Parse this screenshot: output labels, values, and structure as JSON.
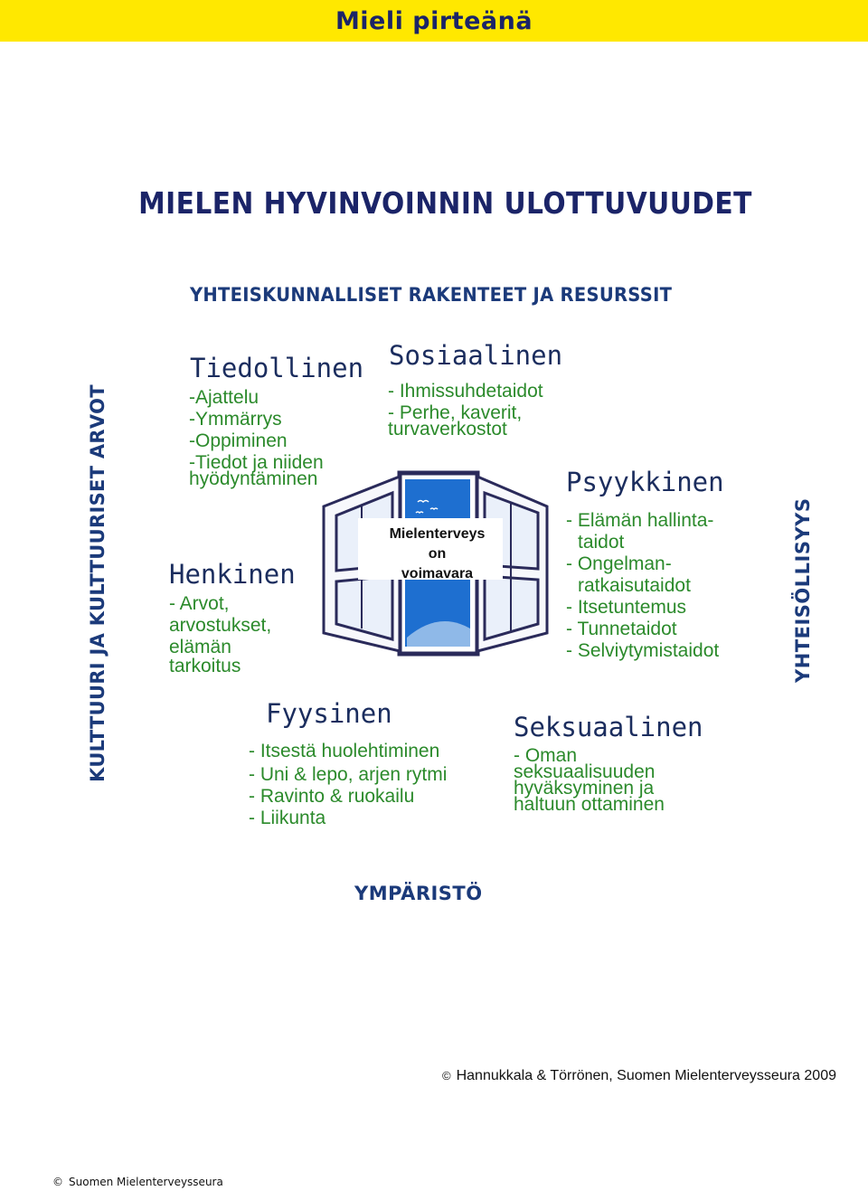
{
  "banner": {
    "text": "Mieli pirteänä"
  },
  "title": "MIELEN HYVINVOINNIN ULOTTUVUUDET",
  "frame": {
    "top": "YHTEISKUNNALLISET RAKENTEET JA RESURSSIT",
    "left": "KULTTUURI JA KULTTUURISET ARVOT",
    "right": "YHTEISÖLLISYYS",
    "bottom": "YMPÄRISTÖ"
  },
  "center": {
    "line1": "Mielenterveys",
    "line2": "on",
    "line3": "voimavara"
  },
  "dimensions": {
    "tiedollinen": {
      "title": "Tiedollinen",
      "items": [
        "-Ajattelu",
        "-Ymmärrys",
        "-Oppiminen",
        "-Tiedot ja niiden",
        "hyödyntäminen"
      ]
    },
    "sosiaalinen": {
      "title": "Sosiaalinen",
      "items": [
        "- Ihmissuhdetaidot",
        "- Perhe, kaverit,",
        "turvaverkostot"
      ]
    },
    "psyykkinen": {
      "title": "Psyykkinen",
      "items": [
        "- Elämän hallinta-",
        "taidot",
        "- Ongelman-",
        "ratkaisutaidot",
        "- Itsetuntemus",
        "- Tunnetaidot",
        "- Selviytymistaidot"
      ]
    },
    "henkinen": {
      "title": "Henkinen",
      "items": [
        "- Arvot,",
        "arvostukset,",
        "elämän",
        "tarkoitus"
      ]
    },
    "fyysinen": {
      "title": "Fyysinen",
      "items": [
        "- Itsestä huolehtiminen",
        "- Uni & lepo, arjen rytmi",
        "- Ravinto & ruokailu",
        "- Liikunta"
      ]
    },
    "seksuaalinen": {
      "title": "Seksuaalinen",
      "items": [
        "- Oman",
        "seksuaalisuuden",
        "hyväksyminen ja",
        "haltuun ottaminen"
      ]
    }
  },
  "credit": {
    "symbol": "©",
    "text": "Hannukkala & Törrönen, Suomen Mielenterveysseura 2009"
  },
  "footer": {
    "symbol": "©",
    "text": "Suomen Mielenterveysseura"
  },
  "colors": {
    "banner": "#FFE800",
    "navy": "#1B2468",
    "green": "#2B8A2B",
    "sky": "#1E6FD0"
  }
}
